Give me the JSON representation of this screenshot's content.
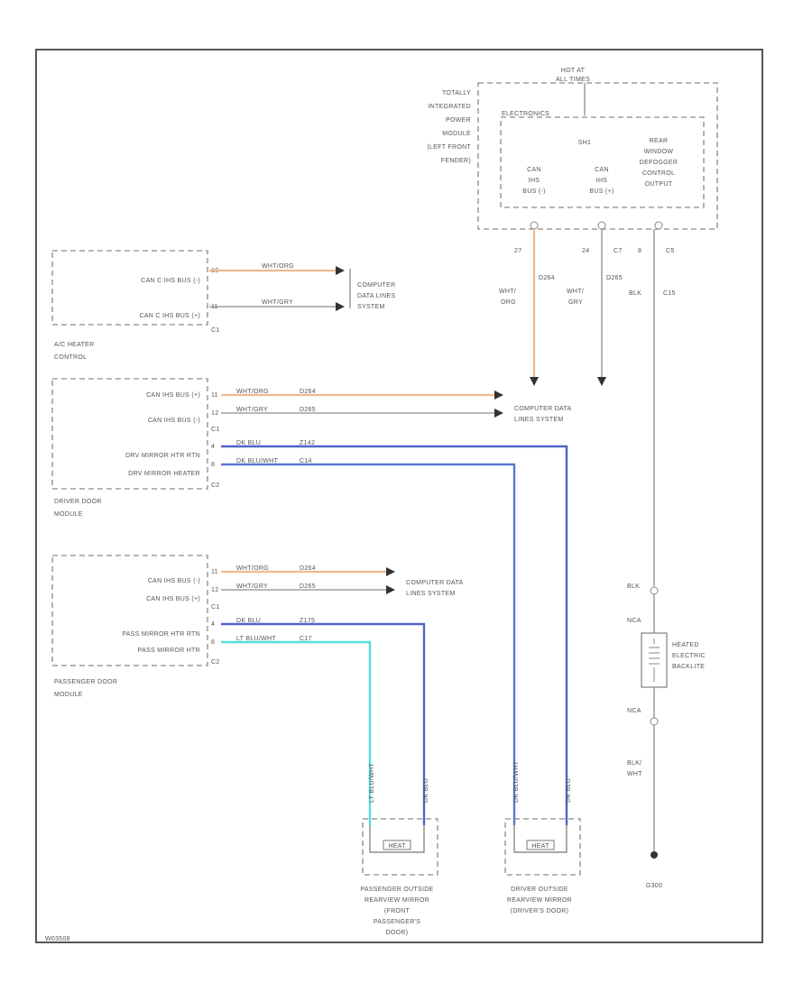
{
  "diagram": {
    "figure_id": "W03508",
    "tipm": {
      "hot_label": "HOT AT ALL TIMES",
      "name_lines": [
        "TOTALLY",
        "INTEGRATED",
        "POWER",
        "MODULE",
        "(LEFT FRONT",
        "FENDER)"
      ],
      "inner_label": "ELECTRONICS",
      "sh_label": "SH1",
      "pin_labels": {
        "can_minus": [
          "CAN",
          "IHS",
          "BUS (-)"
        ],
        "can_plus": [
          "CAN",
          "IHS",
          "BUS (+)"
        ],
        "defogger": [
          "REAR",
          "WINDOW",
          "DEFOGGER",
          "CONTROL",
          "OUTPUT"
        ]
      },
      "pins": {
        "p27": "27",
        "p24": "24",
        "c7": "C7",
        "p8": "8",
        "c5": "C5"
      },
      "wire_minus": {
        "circuit": "D264",
        "color_lines": [
          "WHT/",
          "ORG"
        ]
      },
      "wire_plus": {
        "circuit": "D265",
        "color_lines": [
          "WHT/",
          "GRY"
        ]
      },
      "wire_defog": {
        "circuit": "C15",
        "color": "BLK"
      }
    },
    "ac_heater": {
      "name_lines": [
        "A/C HEATER",
        "CONTROL"
      ],
      "conn": "C1",
      "pins": [
        {
          "pin": "10",
          "label": "CAN C IHS BUS (-)",
          "color": "WHT/ORG"
        },
        {
          "pin": "11",
          "label": "CAN C IHS BUS (+)",
          "color": "WHT/GRY"
        }
      ],
      "dest_lines": [
        "COMPUTER",
        "DATA LINES",
        "SYSTEM"
      ]
    },
    "driver_door": {
      "name_lines": [
        "DRIVER DOOR",
        "MODULE"
      ],
      "can_conn": "C1",
      "mirror_conn": "C2",
      "pins": [
        {
          "pin": "11",
          "label": "CAN IHS BUS (+)",
          "color": "WHT/ORG",
          "circuit": "D264"
        },
        {
          "pin": "12",
          "label": "CAN IHS BUS (-)",
          "color": "WHT/GRY",
          "circuit": "D265"
        },
        {
          "pin": "4",
          "label": "DRV MIRROR HTR RTN",
          "color": "DK BLU",
          "circuit": "Z142"
        },
        {
          "pin": "8",
          "label": "DRV MIRROR HEATER",
          "color": "DK BLU/WHT",
          "circuit": "C14"
        }
      ],
      "dest_lines": [
        "COMPUTER DATA",
        "LINES SYSTEM"
      ]
    },
    "passenger_door": {
      "name_lines": [
        "PASSENGER DOOR",
        "MODULE"
      ],
      "can_conn": "C1",
      "mirror_conn": "C2",
      "pins": [
        {
          "pin": "11",
          "label": "CAN IHS BUS (-)",
          "color": "WHT/ORG",
          "circuit": "D264"
        },
        {
          "pin": "12",
          "label": "CAN IHS BUS (+)",
          "color": "WHT/GRY",
          "circuit": "D265"
        },
        {
          "pin": "4",
          "label": "PASS MIRROR HTR RTN",
          "color": "DK BLU",
          "circuit": "Z175"
        },
        {
          "pin": "8",
          "label": "PASS MIRROR HTR",
          "color": "LT BLU/WHT",
          "circuit": "C17"
        }
      ],
      "dest_lines": [
        "COMPUTER DATA",
        "LINES SYSTEM"
      ]
    },
    "pass_mirror": {
      "name_lines": [
        "PASSENGER OUTSIDE",
        "REARVIEW MIRROR",
        "(FRONT",
        "PASSENGER'S",
        "DOOR)"
      ],
      "element": "HEAT",
      "wire_labels": [
        "LT BLU/WHT",
        "DK BLU"
      ]
    },
    "drv_mirror": {
      "name_lines": [
        "DRIVER OUTSIDE",
        "REARVIEW MIRROR",
        "(DRIVER'S DOOR)"
      ],
      "element": "HEAT",
      "wire_labels": [
        "DK BLU/WHT",
        "DK BLU"
      ]
    },
    "backlite": {
      "name_lines": [
        "HEATED",
        "ELECTRIC",
        "BACKLITE"
      ],
      "top_wire": "BLK",
      "nca_top": "NCA",
      "nca_bottom": "NCA",
      "bottom_wire_lines": [
        "BLK/",
        "WHT"
      ],
      "ground": "G300"
    },
    "colors": {
      "orange_wire": "#f0b890",
      "blue_wire": "#4f64c8",
      "cyan_wire": "#55dddd",
      "gray_wire": "#8c8c8c"
    }
  }
}
